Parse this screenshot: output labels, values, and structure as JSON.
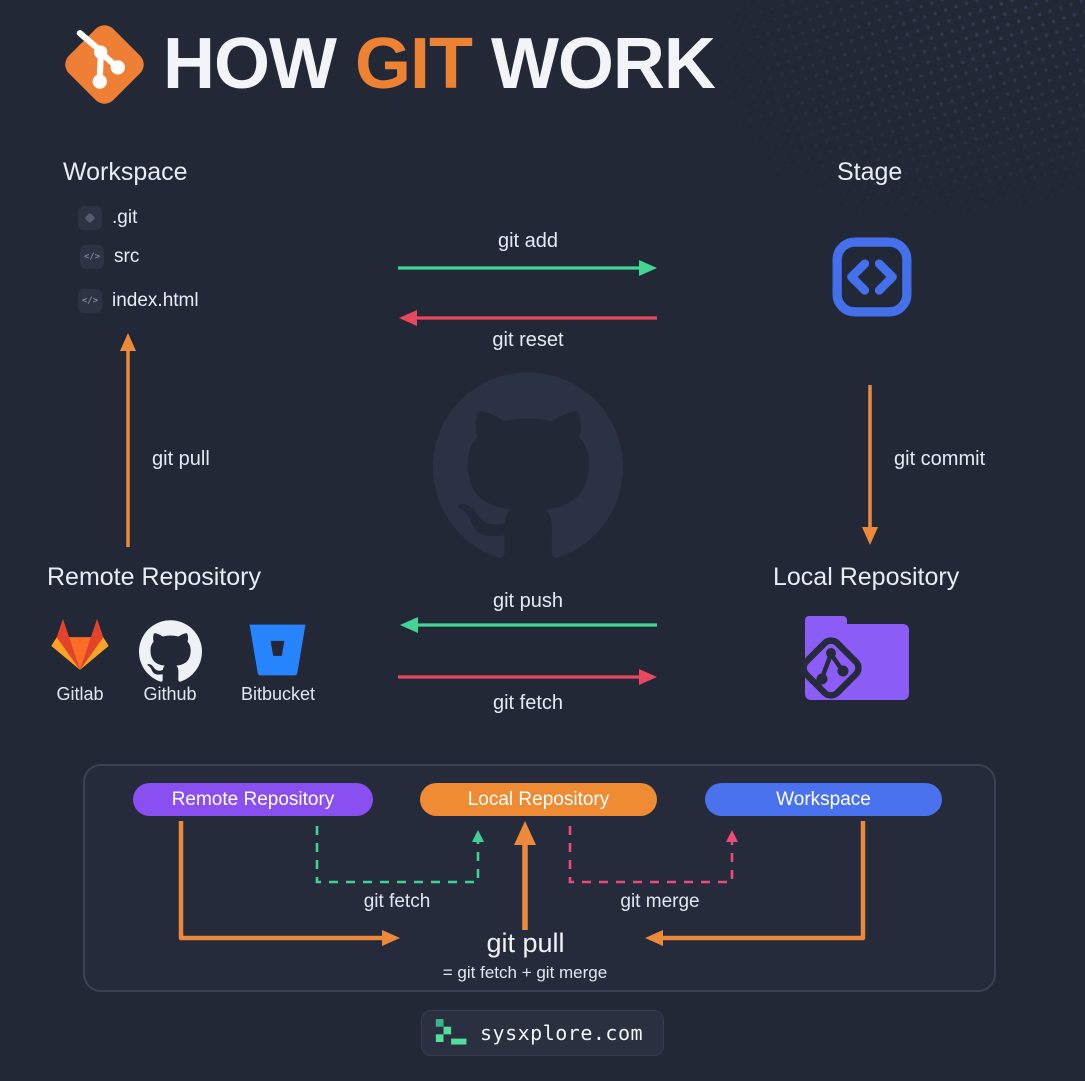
{
  "title": {
    "part1": "HOW ",
    "part2": "GIT",
    "part3": " WORK",
    "logo_icon": "git-logo-icon"
  },
  "workspace": {
    "heading": "Workspace",
    "files": [
      {
        "name": ".git",
        "icon": "git-folder-icon"
      },
      {
        "name": "src",
        "icon": "code-folder-icon"
      },
      {
        "name": "index.html",
        "icon": "code-file-icon"
      }
    ]
  },
  "stage": {
    "heading": "Stage",
    "icon": "code-brackets-icon"
  },
  "remote_repository": {
    "heading": "Remote Repository",
    "providers": [
      {
        "name": "Gitlab",
        "icon": "gitlab-icon"
      },
      {
        "name": "Github",
        "icon": "github-icon"
      },
      {
        "name": "Bitbucket",
        "icon": "bitbucket-icon"
      }
    ]
  },
  "local_repository": {
    "heading": "Local Repository",
    "icon": "git-folder-purple-icon"
  },
  "watermark": {
    "icon": "github-octocat-watermark"
  },
  "flows": {
    "git_add": "git add",
    "git_reset": "git reset",
    "git_pull": "git pull",
    "git_commit": "git commit",
    "git_push": "git push",
    "git_fetch": "git fetch"
  },
  "bottom_panel": {
    "pills": [
      {
        "label": "Remote Repository",
        "color": "#8a4ff0"
      },
      {
        "label": "Local Repository",
        "color": "#ee8b33"
      },
      {
        "label": "Workspace",
        "color": "#4b72ee"
      }
    ],
    "git_fetch_label": "git fetch",
    "git_merge_label": "git merge",
    "git_pull_label": "git pull",
    "git_pull_equation": "= git fetch + git merge"
  },
  "footer": {
    "site": "sysxplore.com",
    "icon": "terminal-prompt-icon"
  },
  "colors": {
    "background": "#232837",
    "panel_border": "#3a4254",
    "orange": "#ed8a3a",
    "green": "#43d593",
    "red": "#e8485e",
    "pink_dashed": "#ea4c78",
    "green_dashed": "#3fd393",
    "blue": "#4b72ee",
    "purple": "#8a4ff0",
    "title_accent": "#ed8233"
  }
}
